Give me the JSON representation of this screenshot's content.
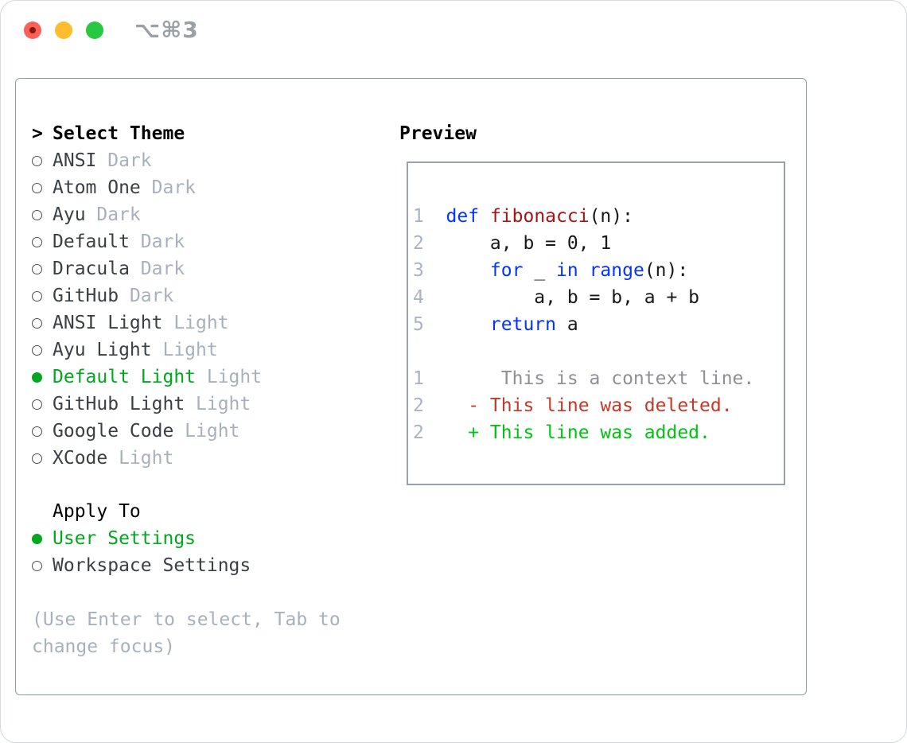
{
  "window": {
    "shortcut": "⌥⌘3"
  },
  "colors": {
    "green": "#00a71f",
    "kw": "#0433ff",
    "fn": "#a81414",
    "code": "#17181a",
    "ln": "#a9b4c2",
    "ctx": "#8f9095",
    "del": "#c23a28",
    "add": "#00c314",
    "muted": "#a7b1bd",
    "traffic_red": "#ff5f57",
    "traffic_yellow": "#febc2e",
    "traffic_green": "#28c840"
  },
  "theme_selector": {
    "title_prefix": ">",
    "title": "Select Theme",
    "themes": [
      {
        "name": "ANSI",
        "variant": "Dark",
        "selected": false
      },
      {
        "name": "Atom One",
        "variant": "Dark",
        "selected": false
      },
      {
        "name": "Ayu",
        "variant": "Dark",
        "selected": false
      },
      {
        "name": "Default",
        "variant": "Dark",
        "selected": false
      },
      {
        "name": "Dracula",
        "variant": "Dark",
        "selected": false
      },
      {
        "name": "GitHub",
        "variant": "Dark",
        "selected": false
      },
      {
        "name": "ANSI Light",
        "variant": "Light",
        "selected": false
      },
      {
        "name": "Ayu Light",
        "variant": "Light",
        "selected": false
      },
      {
        "name": "Default Light",
        "variant": "Light",
        "selected": true
      },
      {
        "name": "GitHub Light",
        "variant": "Light",
        "selected": false
      },
      {
        "name": "Google Code",
        "variant": "Light",
        "selected": false
      },
      {
        "name": "XCode",
        "variant": "Light",
        "selected": false
      }
    ],
    "apply_to": {
      "title": "Apply To",
      "options": [
        {
          "label": "User Settings",
          "selected": true
        },
        {
          "label": "Workspace Settings",
          "selected": false
        }
      ]
    },
    "hint": "(Use Enter to select, Tab to change focus)"
  },
  "preview": {
    "title": "Preview",
    "code_lines": [
      {
        "num": "1",
        "segments": [
          {
            "t": "def",
            "c": "kw"
          },
          {
            "t": " ",
            "c": "plain"
          },
          {
            "t": "fibonacci",
            "c": "fn"
          },
          {
            "t": "(n):",
            "c": "plain"
          }
        ]
      },
      {
        "num": "2",
        "segments": [
          {
            "t": "    a, b = 0, 1",
            "c": "plain"
          }
        ]
      },
      {
        "num": "3",
        "segments": [
          {
            "t": "    ",
            "c": "plain"
          },
          {
            "t": "for",
            "c": "kw"
          },
          {
            "t": " _ ",
            "c": "plain"
          },
          {
            "t": "in",
            "c": "kw"
          },
          {
            "t": " ",
            "c": "plain"
          },
          {
            "t": "range",
            "c": "kw"
          },
          {
            "t": "(n):",
            "c": "plain"
          }
        ]
      },
      {
        "num": "4",
        "segments": [
          {
            "t": "        a, b = b, a + b",
            "c": "plain"
          }
        ]
      },
      {
        "num": "5",
        "segments": [
          {
            "t": "    ",
            "c": "plain"
          },
          {
            "t": "return",
            "c": "kw"
          },
          {
            "t": " a",
            "c": "plain"
          }
        ]
      },
      {
        "num": "",
        "segments": []
      },
      {
        "num": "1",
        "segments": [
          {
            "t": "     This is a context line.",
            "c": "ctx"
          }
        ]
      },
      {
        "num": "2",
        "segments": [
          {
            "t": "  - This line was deleted.",
            "c": "del"
          }
        ]
      },
      {
        "num": "2",
        "segments": [
          {
            "t": "  + This line was added.",
            "c": "add"
          }
        ]
      }
    ]
  }
}
